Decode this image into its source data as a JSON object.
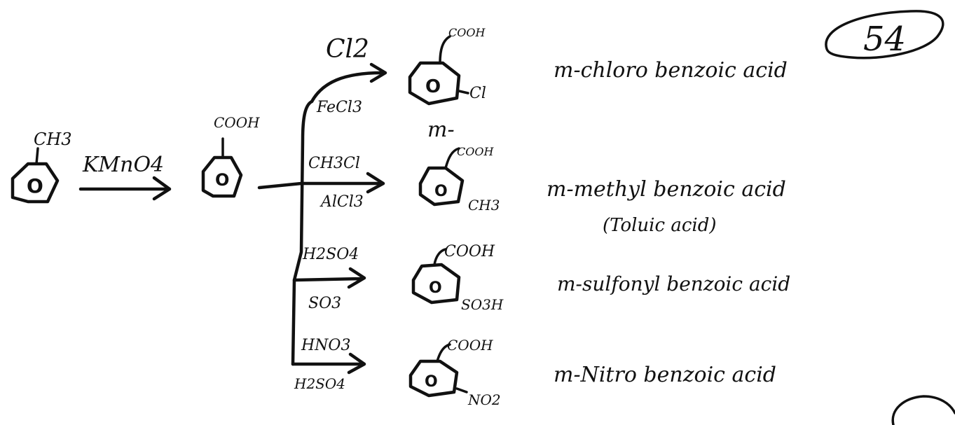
{
  "page_number": "54",
  "start": {
    "substituent": "CH3",
    "ring_mark": "O"
  },
  "oxidation": {
    "reagent": "KMnO4"
  },
  "intermediate": {
    "substituent": "COOH",
    "ring_mark": "O"
  },
  "reactions": [
    {
      "reagent_top": "Cl2",
      "reagent_bottom": "FeCl3",
      "product_top": "COOH",
      "product_side": "Cl",
      "ring_mark": "O",
      "name_prefix": "",
      "name": "m-chloro benzoic acid",
      "note": ""
    },
    {
      "reagent_top": "CH3Cl",
      "reagent_bottom": "AlCl3",
      "product_top": "COOH",
      "product_side": "CH3",
      "ring_mark": "O",
      "name_prefix": "m-",
      "name": "m-methyl benzoic acid",
      "note": "(Toluic acid)"
    },
    {
      "reagent_top": "H2SO4",
      "reagent_bottom": "SO3",
      "product_top": "COOH",
      "product_side": "SO3H",
      "ring_mark": "O",
      "name_prefix": "",
      "name": "m-sulfonyl benzoic acid",
      "note": ""
    },
    {
      "reagent_top": "HNO3",
      "reagent_bottom": "H2SO4",
      "product_top": "COOH",
      "product_side": "NO2",
      "ring_mark": "O",
      "name_prefix": "",
      "name": "m-Nitro benzoic acid",
      "note": ""
    }
  ]
}
